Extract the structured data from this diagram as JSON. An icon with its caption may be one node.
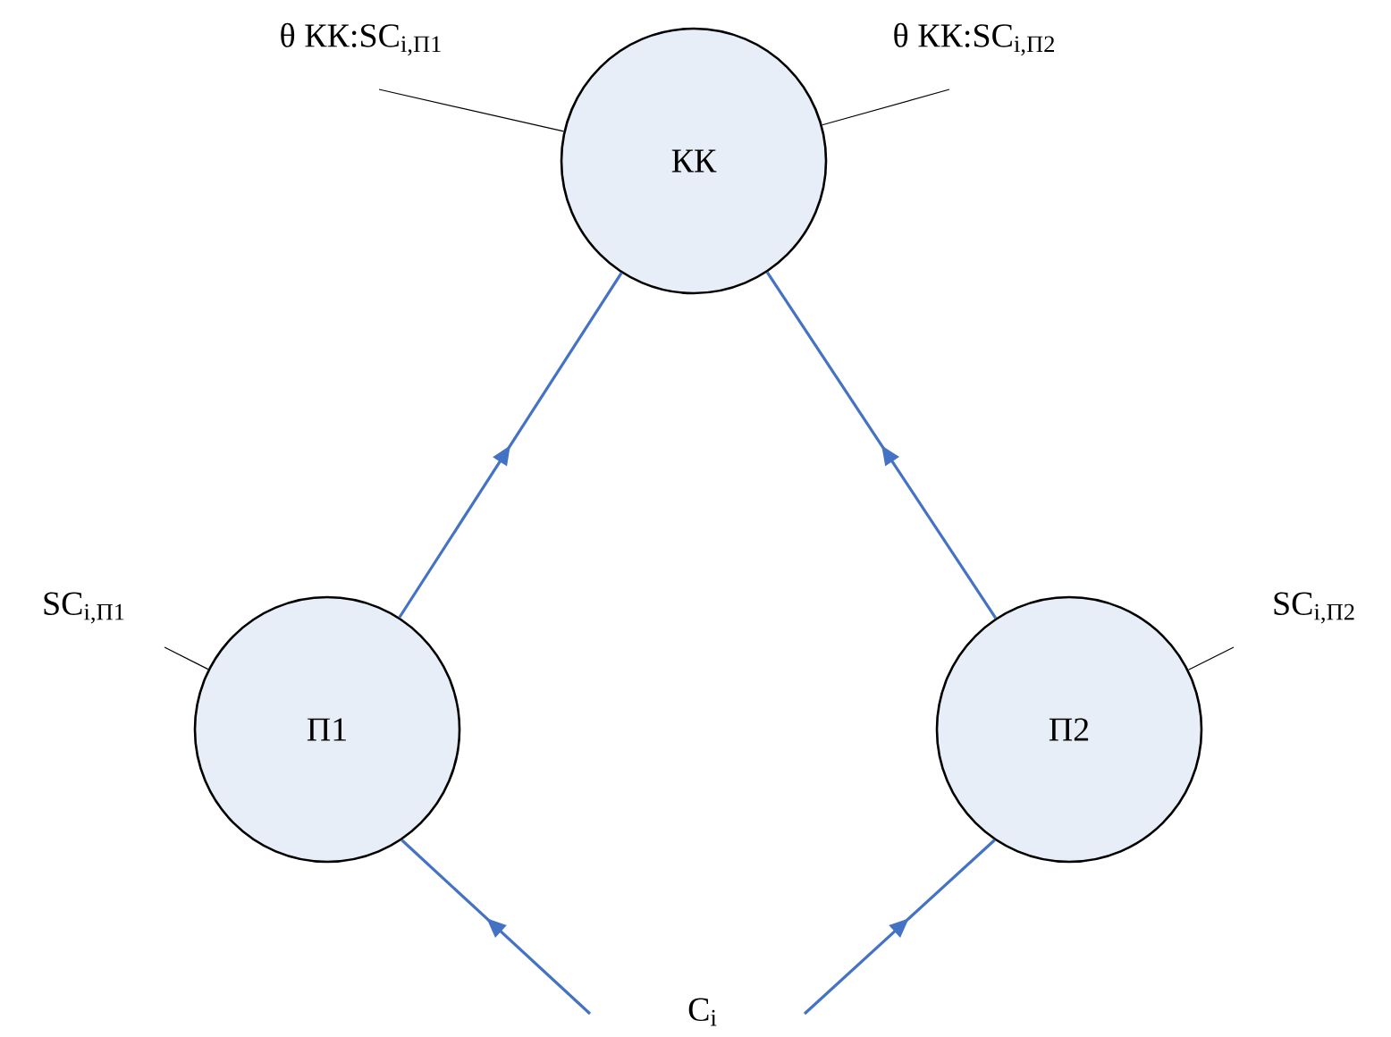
{
  "diagram": {
    "nodes": [
      {
        "text": [
          "КК"
        ]
      },
      {
        "text": [
          "П1"
        ]
      },
      {
        "text": [
          "П2"
        ]
      },
      {
        "text": [
          "C$_{i}$"
        ]
      },
      {
        "text": [
          "θ КК:SC$_{i,П1}$"
        ]
      },
      {
        "text": [
          "θ КК:SC$_{i,П2}$"
        ]
      },
      {
        "text": [
          "SC$_{i,П1}$"
        ]
      },
      {
        "text": [
          "SC$_{i,П2}$"
        ]
      }
    ],
    "edges": [
      {
        "from": 1,
        "to": 0,
        "arrow": "to"
      },
      {
        "from": 2,
        "to": 0,
        "arrow": "to"
      },
      {
        "from": 3,
        "to": 1,
        "arrow": "to"
      },
      {
        "from": 3,
        "to": 2,
        "arrow": "to"
      },
      {
        "from": 4,
        "to": 0,
        "arrow": "none",
        "color": "#000000"
      },
      {
        "from": 5,
        "to": 0,
        "arrow": "none",
        "color": "#000000"
      },
      {
        "from": 6,
        "to": 1,
        "arrow": "none",
        "color": "#000000"
      },
      {
        "from": 7,
        "to": 2,
        "arrow": "none",
        "color": "#000000"
      }
    ]
  }
}
